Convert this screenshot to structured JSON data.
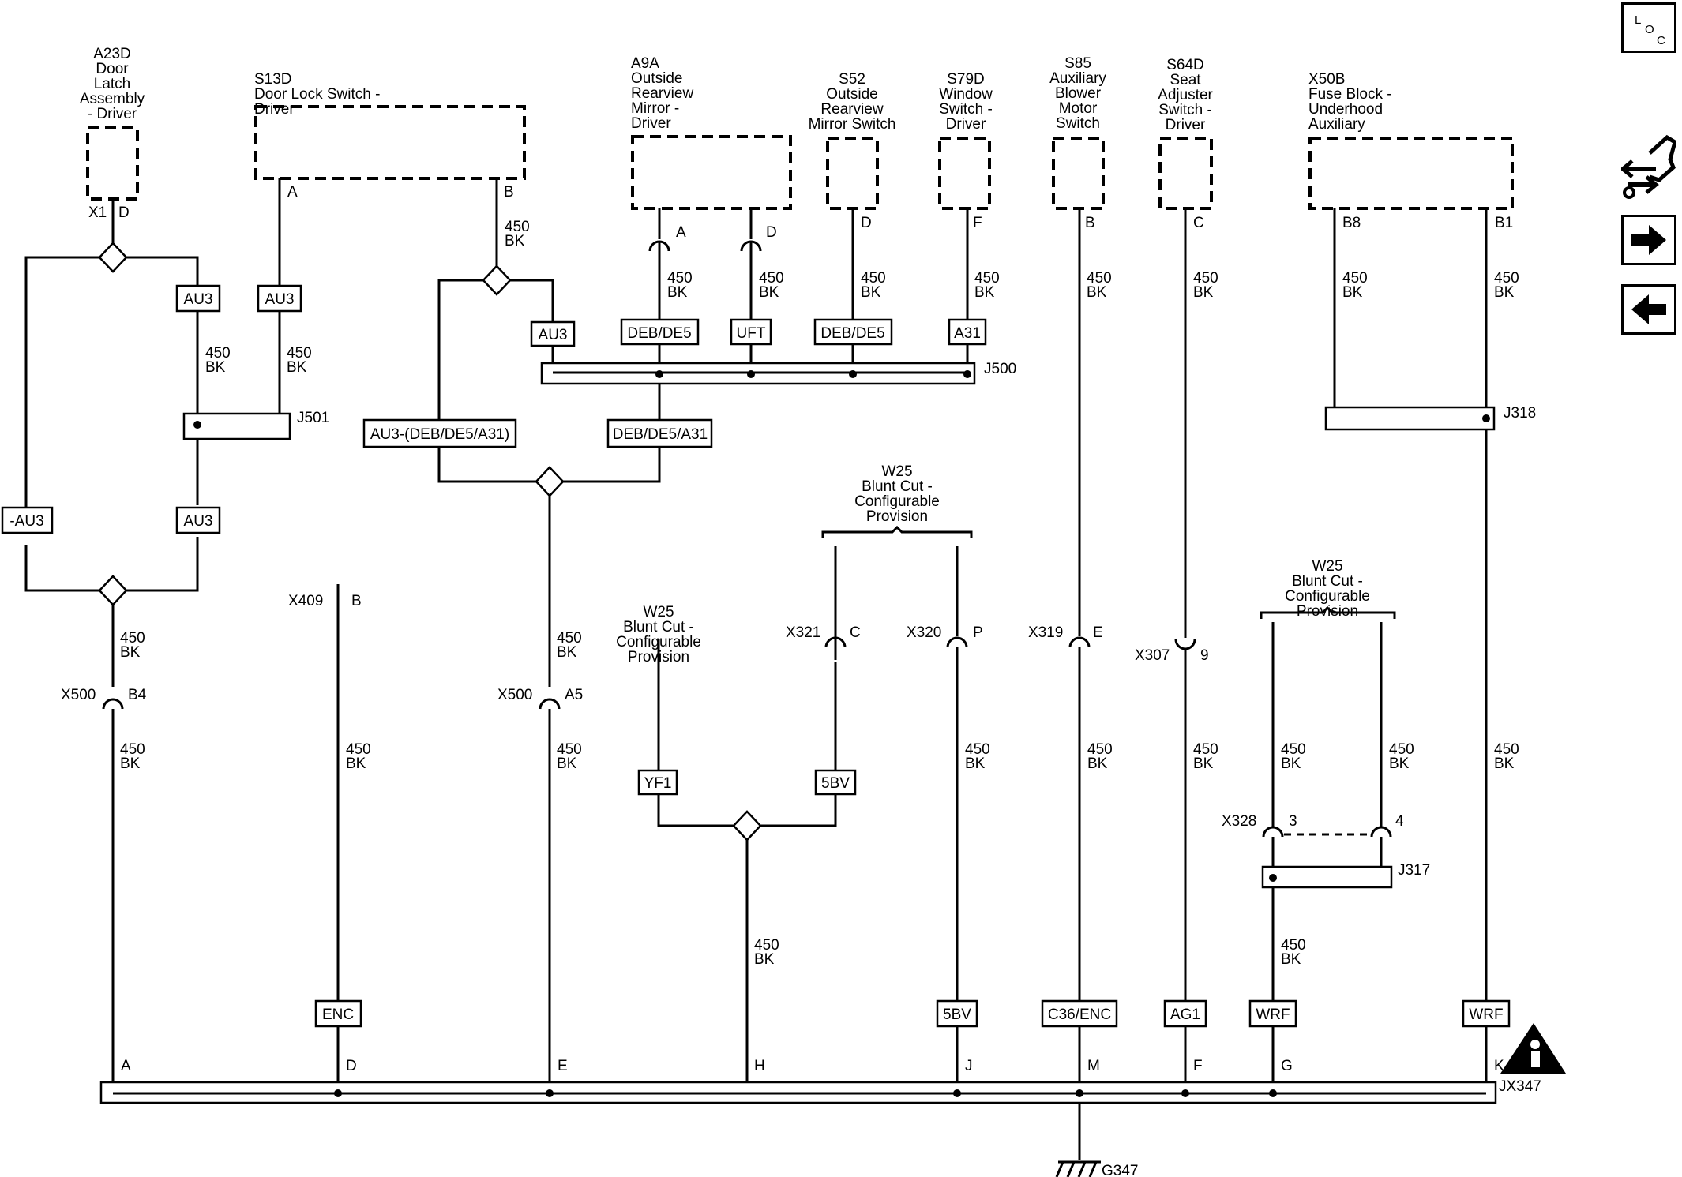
{
  "components": {
    "a23d": [
      "A23D",
      "Door",
      "Latch",
      "Assembly",
      "- Driver"
    ],
    "s13d": [
      "S13D",
      "Door Lock Switch -",
      "Driver"
    ],
    "a9a": [
      "A9A",
      "Outside",
      "Rearview",
      "Mirror -",
      "Driver"
    ],
    "s52": [
      "S52",
      "Outside",
      "Rearview",
      "Mirror Switch"
    ],
    "s79d": [
      "S79D",
      "Window",
      "Switch -",
      "Driver"
    ],
    "s85": [
      "S85",
      "Auxiliary",
      "Blower",
      "Motor",
      "Switch"
    ],
    "s64d": [
      "S64D",
      "Seat",
      "Adjuster",
      "Switch -",
      "Driver"
    ],
    "x50b": [
      "X50B",
      "Fuse Block -",
      "Underhood",
      "Auxiliary"
    ]
  },
  "w25": [
    "W25",
    "Blunt Cut -",
    "Configurable",
    "Provision"
  ],
  "wire": {
    "gauge": "450",
    "color": "BK"
  },
  "pins": {
    "x1": "X1",
    "d": "D",
    "a": "A",
    "b": "B",
    "f": "F",
    "c": "C",
    "b8": "B8",
    "b1": "B1",
    "e": "E",
    "h": "H",
    "j": "J",
    "m": "M",
    "g": "G",
    "k": "K",
    "p": "P",
    "a5": "A5",
    "b4": "B4",
    "n9": "9",
    "n3": "3",
    "n4": "4"
  },
  "connectors": {
    "x500": "X500",
    "x409": "X409",
    "x321": "X321",
    "x320": "X320",
    "x319": "X319",
    "x307": "X307",
    "x328": "X328"
  },
  "splices": {
    "j500": "J500",
    "j501": "J501",
    "j318": "J318",
    "j317": "J317",
    "jx347": "JX347"
  },
  "ground": "G347",
  "options": {
    "au3": "AU3",
    "not_au3": "-AU3",
    "deb_de5": "DEB/DE5",
    "uft": "UFT",
    "a31": "A31",
    "au3_combo": "AU3-(DEB/DE5/A31)",
    "deb_de5_a31": "DEB/DE5/A31",
    "yf1": "YF1",
    "bv5": "5BV",
    "enc": "ENC",
    "c36_enc": "C36/ENC",
    "ag1": "AG1",
    "wrf": "WRF"
  },
  "loc_icon": {
    "l": "L",
    "o": "O",
    "c": "C"
  },
  "icons": [
    "location-icon",
    "connector-end-view-icon",
    "next-page-arrow-icon",
    "previous-page-arrow-icon",
    "information-icon"
  ]
}
